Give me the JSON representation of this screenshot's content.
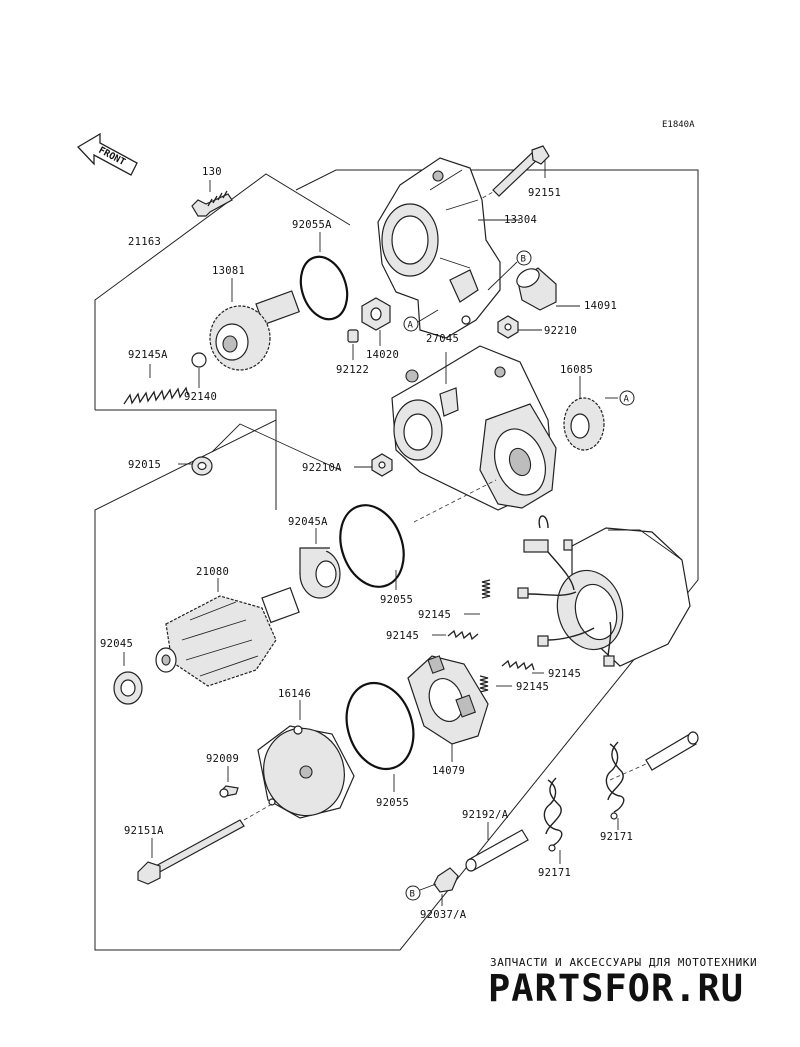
{
  "diagram": {
    "code": "E1840A",
    "front_label": "FRONT",
    "parts": {
      "p130": "130",
      "p92151": "92151",
      "p13304": "13304",
      "p21163": "21163",
      "p92055A": "92055A",
      "p13081": "13081",
      "p14091": "14091",
      "p92210": "92210",
      "p92145A": "92145A",
      "p14020": "14020",
      "p27045": "27045",
      "p92122": "92122",
      "p92140": "92140",
      "p16085": "16085",
      "p92015": "92015",
      "p92210A": "92210A",
      "p92045A": "92045A",
      "p21080": "21080",
      "p92055a": "92055",
      "p92145a": "92145",
      "p92145b": "92145",
      "p92145c": "92145",
      "p92045": "92045",
      "p16146": "16146",
      "p14079": "14079",
      "p92009": "92009",
      "p92055b": "92055",
      "p92151A": "92151A",
      "p92192A": "92192/A",
      "p92171a": "92171",
      "p92171b": "92171",
      "p92037A": "92037/A"
    },
    "refs": {
      "a1": "A",
      "a2": "A",
      "b1": "B",
      "b2": "B"
    }
  },
  "watermark": {
    "subtitle": "ЗАПЧАСТИ И АКСЕССУАРЫ ДЛЯ МОТОТЕХНИКИ",
    "logo_left": "PARTS",
    "logo_mid": "FOR",
    "logo_right": ".RU",
    "color": "#e9c4c6"
  }
}
